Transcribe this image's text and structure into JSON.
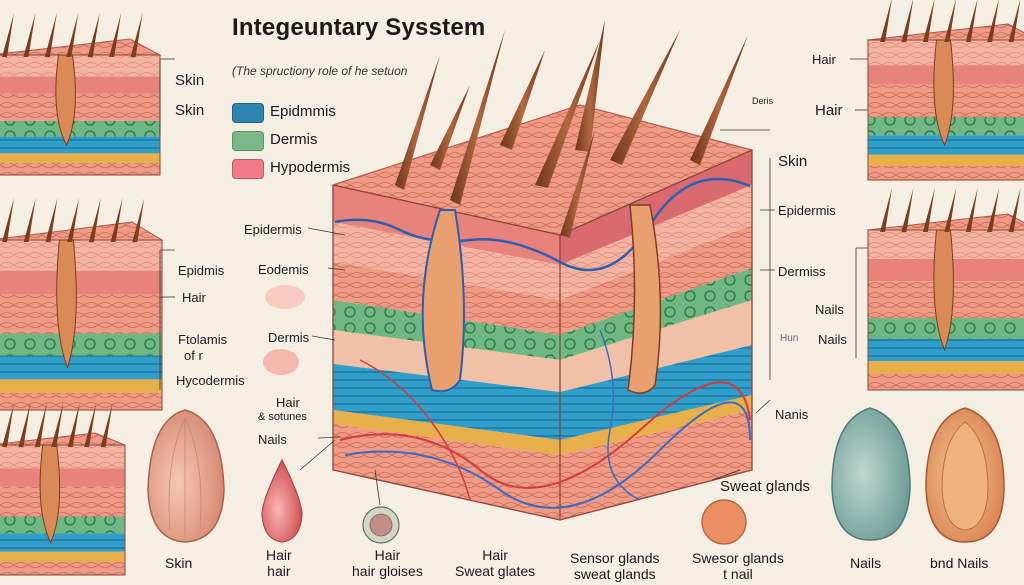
{
  "title": "Integeuntary Sysstem",
  "subtitle": "(The spructiony role of he setuon",
  "legend": [
    {
      "label": "Epidmmis",
      "color": "#2e86b0"
    },
    {
      "label": "Dermis",
      "color": "#7cb98a"
    },
    {
      "label": "Hypodermis",
      "color": "#f07a88"
    }
  ],
  "left_labels": {
    "skin_1": "Skin",
    "skin_2": "Skin",
    "epidnis": "Epidmis",
    "hair": "Hair",
    "ftolamis": "Ftolamis",
    "ofr": "of r",
    "hycodermis": "Hycodermis"
  },
  "center_left_labels": {
    "epidermis": "Epidermis",
    "eodemis": "Eodemis",
    "dermis": "Dermis",
    "hair": "Hair",
    "sottunes": "& sotunes",
    "nails": "Nails"
  },
  "right_labels": {
    "hair_top": "Hair",
    "deris_small": "Deris",
    "hair_2": "Hair",
    "skin": "Skin",
    "epidermis": "Epidermis",
    "dermis": "Dermiss",
    "nails": "Nails",
    "hun": "Hun",
    "nails_2": "Nails",
    "nanis": "Nanis",
    "sweat_glands": "Sweat glands"
  },
  "bottom_captions": {
    "skin": "Skin",
    "hair": [
      "Hair",
      "hair"
    ],
    "hair_glotises": [
      "Hair",
      "hair gloises"
    ],
    "hair_sweat": [
      "Hair",
      "Sweat glates"
    ],
    "sensor": [
      "Sensor glands",
      "sweat glands"
    ],
    "swesor": [
      "Swesor glands",
      "t nail"
    ],
    "nails": "Nails",
    "bnd_nails": "bnd Nails"
  },
  "colors": {
    "background": "#f4eee3",
    "skin_top": "#e9967c",
    "epidermis": "#2e86b0",
    "dermis": "#7cb98a",
    "hypodermis": "#f07a88",
    "fat": "#e8b04a",
    "hair": "#8a4a28"
  }
}
